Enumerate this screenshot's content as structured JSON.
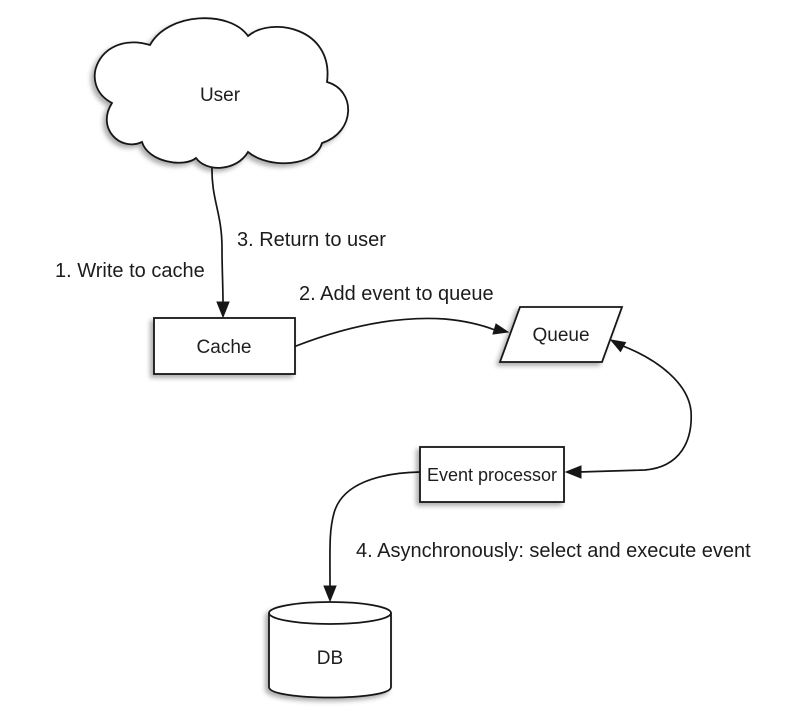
{
  "diagram": {
    "type": "flow-diagram",
    "colors": {
      "background": "#ffffff",
      "shape_fill": "#ffffff",
      "stroke": "#161616",
      "text": "#1e1e1e"
    },
    "nodes": {
      "user": {
        "label": "User",
        "shape": "cloud"
      },
      "cache": {
        "label": "Cache",
        "shape": "rectangle"
      },
      "queue": {
        "label": "Queue",
        "shape": "parallelogram"
      },
      "event_processor": {
        "label": "Event processor",
        "shape": "rectangle"
      },
      "db": {
        "label": "DB",
        "shape": "cylinder"
      }
    },
    "steps": {
      "step1": {
        "label": "1. Write to cache"
      },
      "step2": {
        "label": "2. Add event to queue"
      },
      "step3": {
        "label": "3. Return to user"
      },
      "step4": {
        "label": "4. Asynchronously: select and execute event"
      }
    },
    "edges": [
      {
        "from": "user",
        "to": "cache",
        "arrow": "single",
        "style": "curved"
      },
      {
        "from": "cache",
        "to": "queue",
        "arrow": "single",
        "style": "curved"
      },
      {
        "from": "queue",
        "to": "event_processor",
        "arrow": "double",
        "style": "curved"
      },
      {
        "from": "event_processor",
        "to": "db",
        "arrow": "single",
        "style": "curved"
      }
    ]
  }
}
